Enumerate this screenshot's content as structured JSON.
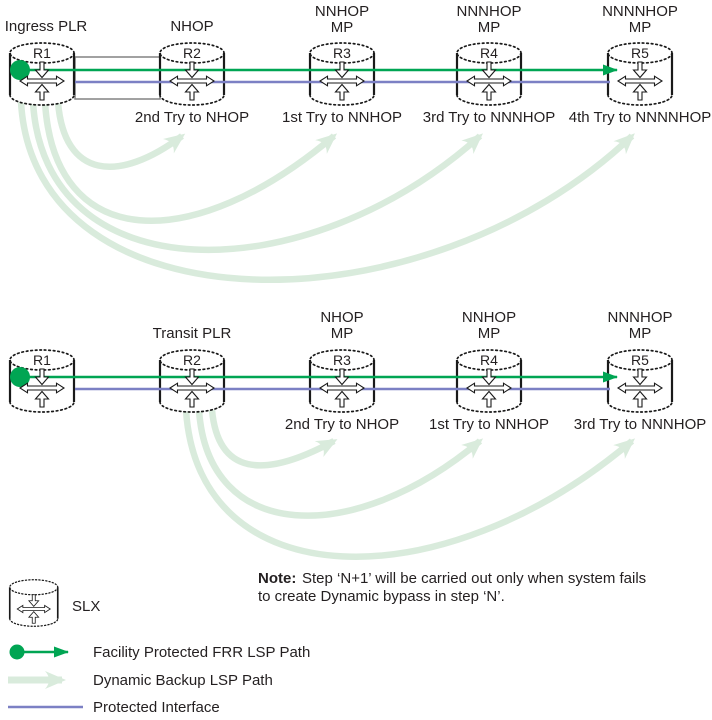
{
  "colors": {
    "frr_green": "#00a553",
    "backup_pale_green": "#d9ebdc",
    "interface_purple": "#7c80c4",
    "box_gray": "#828282",
    "ink": "#231f20"
  },
  "diagram_ingress": {
    "routers": [
      {
        "id": "R1",
        "role_line1": "Ingress PLR",
        "role_line2": "",
        "try_label": ""
      },
      {
        "id": "R2",
        "role_line1": "NHOP",
        "role_line2": "",
        "try_label": "2nd Try to NHOP"
      },
      {
        "id": "R3",
        "role_line1": "NNHOP",
        "role_line2": "MP",
        "try_label": "1st Try to NNHOP"
      },
      {
        "id": "R4",
        "role_line1": "NNNHOP",
        "role_line2": "MP",
        "try_label": "3rd Try to NNNHOP"
      },
      {
        "id": "R5",
        "role_line1": "NNNNHOP",
        "role_line2": "MP",
        "try_label": "4th Try to NNNNHOP"
      }
    ]
  },
  "diagram_transit": {
    "routers": [
      {
        "id": "R1",
        "role_line1": "",
        "role_line2": "",
        "try_label": ""
      },
      {
        "id": "R2",
        "role_line1": "Transit PLR",
        "role_line2": "",
        "try_label": ""
      },
      {
        "id": "R3",
        "role_line1": "NHOP",
        "role_line2": "MP",
        "try_label": "2nd Try to NHOP"
      },
      {
        "id": "R4",
        "role_line1": "NNHOP",
        "role_line2": "MP",
        "try_label": "1st Try to NNHOP"
      },
      {
        "id": "R5",
        "role_line1": "NNNHOP",
        "role_line2": "MP",
        "try_label": "3rd Try to NNNHOP"
      }
    ]
  },
  "legend": {
    "device_label": "SLX",
    "items": [
      {
        "label": "Facility Protected FRR LSP Path"
      },
      {
        "label": "Dynamic Backup LSP Path"
      },
      {
        "label": "Protected Interface"
      }
    ]
  },
  "note": {
    "prefix": "Note:",
    "line1": "Step ‘N+1’ will be carried out only when system fails",
    "line2": "to create Dynamic bypass in step ‘N’."
  }
}
